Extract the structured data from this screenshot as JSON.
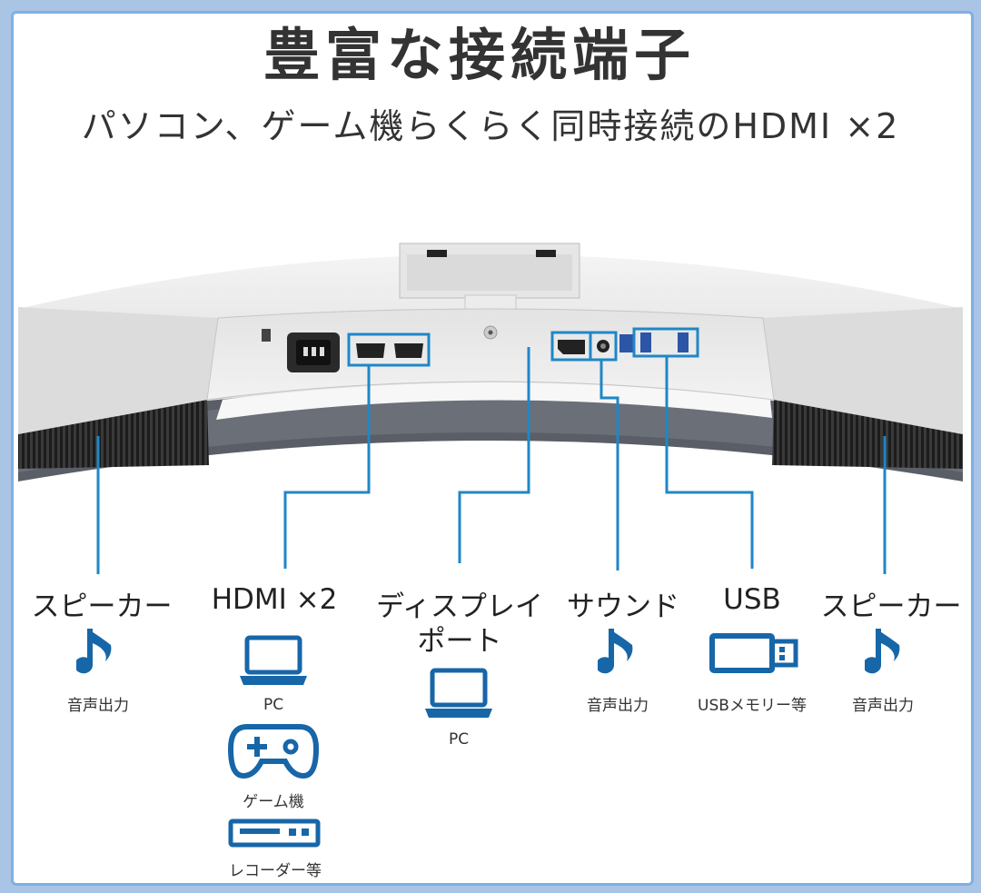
{
  "header": {
    "title": "豊富な接続端子",
    "subtitle": "パソコン、ゲーム機らくらく同時接続のHDMI ×2"
  },
  "ports": [
    {
      "label": "スピーカー",
      "caption": "音声出力",
      "icon": "music-note-icon"
    },
    {
      "label": "HDMI ×2",
      "devices": [
        {
          "caption": "PC",
          "icon": "laptop-icon"
        },
        {
          "caption": "ゲーム機",
          "icon": "gamepad-icon"
        },
        {
          "caption": "レコーダー等",
          "icon": "recorder-icon"
        }
      ]
    },
    {
      "label_line1": "ディスプレイ",
      "label_line2": "ポート",
      "caption": "PC",
      "icon": "laptop-icon"
    },
    {
      "label": "サウンド",
      "caption": "音声出力",
      "icon": "music-note-icon"
    },
    {
      "label": "USB",
      "caption": "USBメモリー等",
      "icon": "usb-drive-icon"
    },
    {
      "label": "スピーカー",
      "caption": "音声出力",
      "icon": "music-note-icon"
    }
  ],
  "colors": {
    "accent": "#1f87c7",
    "icon": "#1766a8",
    "text": "#2c2c2c",
    "border": "#7fb0e4"
  }
}
